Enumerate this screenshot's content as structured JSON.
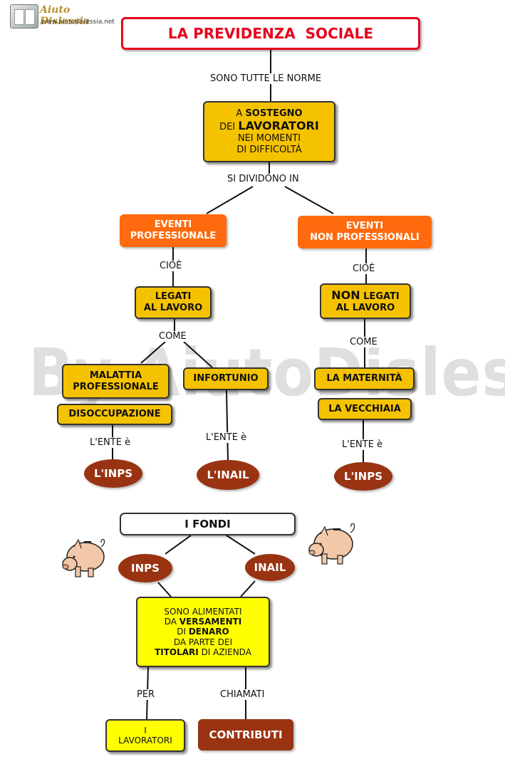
{
  "header": {
    "logo_title": "Aiuto Dislessia",
    "logo_url": "www.aiutodislessia.net"
  },
  "watermark": "By AiutoDislessia.net",
  "title": "LA PREVIDENZA  SOCIALE",
  "links": {
    "sono_tutte": "SONO TUTTE LE NORME",
    "si_dividono": "SI DIVIDONO IN",
    "cioe_left": "CIOÈ",
    "cioe_right": "CIOÈ",
    "come_left": "COME",
    "come_right": "COME",
    "ente_1": "L'ENTE è",
    "ente_2": "L'ENTE è",
    "ente_3": "L'ENTE è",
    "per": "PER",
    "chiamati": "CHIAMATI"
  },
  "sostegno": {
    "l1a": "A ",
    "l1b": "SOSTEGNO",
    "l2a": "DEI ",
    "l2b": "LAVORATORI",
    "l3": "NEI MOMENTI",
    "l4": "DI DIFFICOLTÀ"
  },
  "eventi_prof": {
    "l1": "EVENTI",
    "l2": "PROFESSIONALE"
  },
  "eventi_nonprof": {
    "l1": "EVENTI",
    "l2": "NON PROFESSIONALI"
  },
  "legati": {
    "l1": "LEGATI",
    "l2": "AL LAVORO"
  },
  "non_legati": {
    "l1a": "NON",
    "l1b": " LEGATI",
    "l2": "AL LAVORO"
  },
  "malattia": {
    "l1": "MALATTIA",
    "l2": "PROFESSIONALE"
  },
  "infortunio": "INFORTUNIO",
  "disoccupazione": "DISOCCUPAZIONE",
  "maternita": "LA MATERNITÀ",
  "vecchiaia": "LA VECCHIAIA",
  "enti": {
    "inps_1": "L'INPS",
    "inail": "L'INAIL",
    "inps_2": "L'INPS"
  },
  "fondi": {
    "title": "I FONDI",
    "inps": "INPS",
    "inail": "INAIL",
    "desc": {
      "l1": "SONO ALIMENTATI",
      "l2a": "DA ",
      "l2b": "VERSAMENTI",
      "l3a": "DI ",
      "l3b": "DENARO",
      "l4": "DA PARTE DEI",
      "l5a": "TITOLARI",
      "l5b": " DI AZIENDA"
    },
    "lavoratori": {
      "l1": "I",
      "l2": "LAVORATORI"
    },
    "contributi": "CONTRIBUTI"
  },
  "colors": {
    "title_border": "#e8001c",
    "orange_box": "#f5c200",
    "red_box": "#ff6a0e",
    "brown_ellipse": "#993311",
    "yellow_box": "#ffff00"
  }
}
